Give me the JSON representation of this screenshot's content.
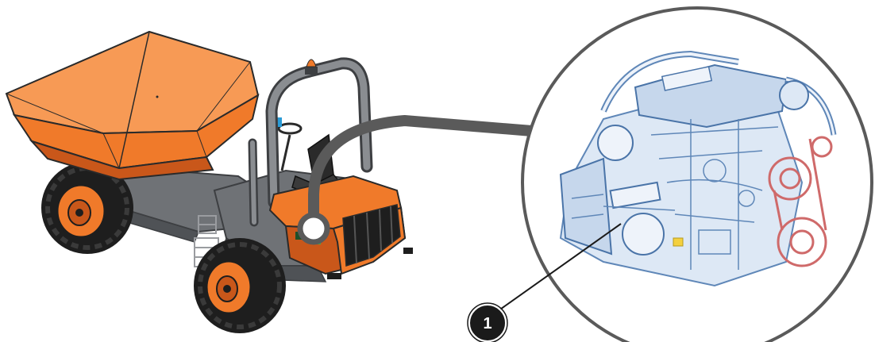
{
  "figure": {
    "callout": {
      "number": "1"
    }
  },
  "colors": {
    "body_orange": "#f07a2a",
    "body_orange_dark": "#c9571a",
    "body_orange_light": "#f79a55",
    "frame_gray": "#6f7276",
    "frame_gray_dark": "#3d3f42",
    "tire_black": "#1e1e1e",
    "connector_gray": "#5a5a5a",
    "engine_blue": "#5f87b8",
    "engine_blue_light": "#b9cde6",
    "engine_red": "#cf6a6a",
    "callout_fill": "#1a1a1a",
    "callout_text": "#ffffff"
  },
  "icons": {
    "vehicle": "articulated-site-dumper-illustration",
    "detail": "diesel-engine-illustration",
    "marker": "numbered-callout-marker"
  }
}
